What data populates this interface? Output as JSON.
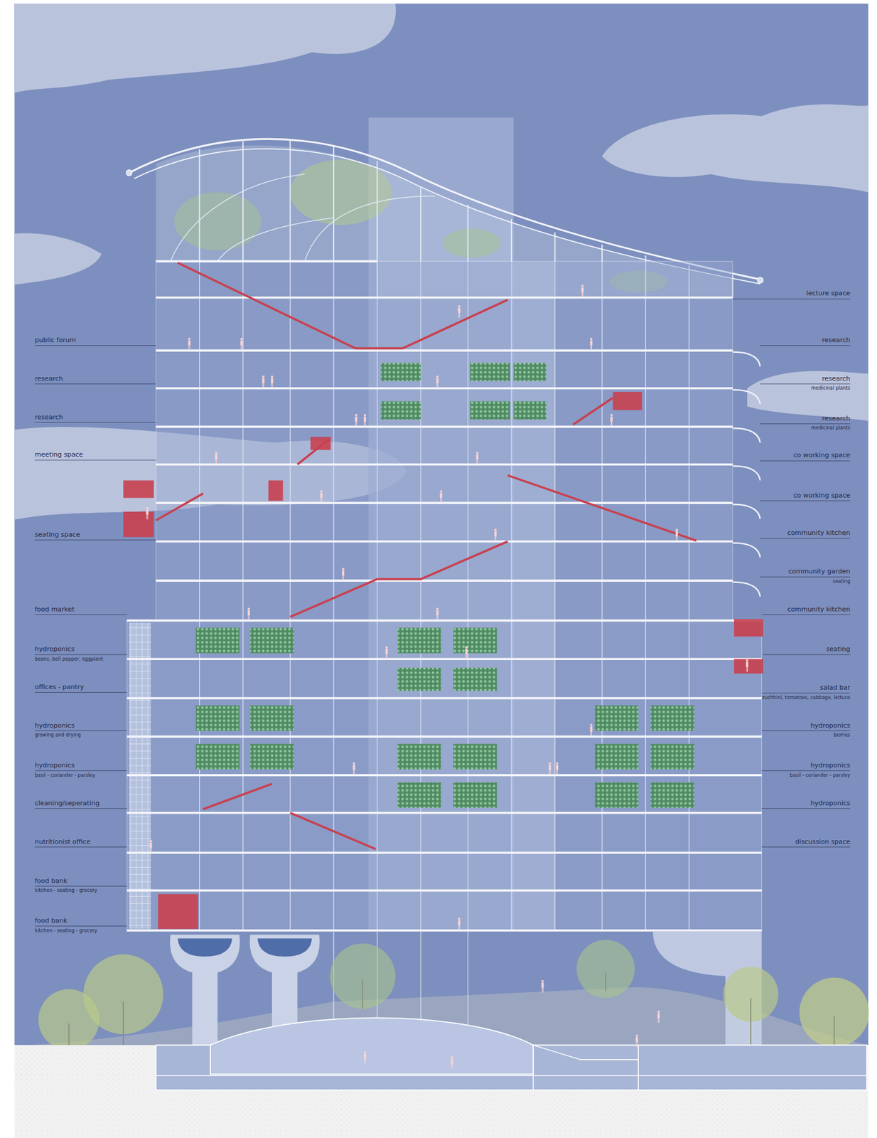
{
  "diagram": {
    "labels": [
      "public forum",
      "research",
      "research",
      "meeting space",
      "seating space",
      "food market",
      "hydroponics",
      "beans, bell pepper, eggplant",
      "offices - pantry",
      "hydroponics",
      "growing and drying",
      "hydroponics",
      "basil - coriander - parsley",
      "cleaning/seperating",
      "nutritionist office",
      "food bank",
      "kitchen - seating - grocery",
      "food bank",
      "kitchen - seating - grocery",
      "lecture space",
      "research",
      "research",
      "medicinal plants",
      "research",
      "medicinal plants",
      "co working space",
      "co working space",
      "community kitchen",
      "community garden",
      "seating",
      "community kitchen",
      "seating",
      "salad bar",
      "zuchhini, tomatoes, cabbage, lettuce",
      "hydroponics",
      "berries",
      "hydroponics",
      "basil - coriander - parsley",
      "hydroponics",
      "discussion space"
    ]
  }
}
